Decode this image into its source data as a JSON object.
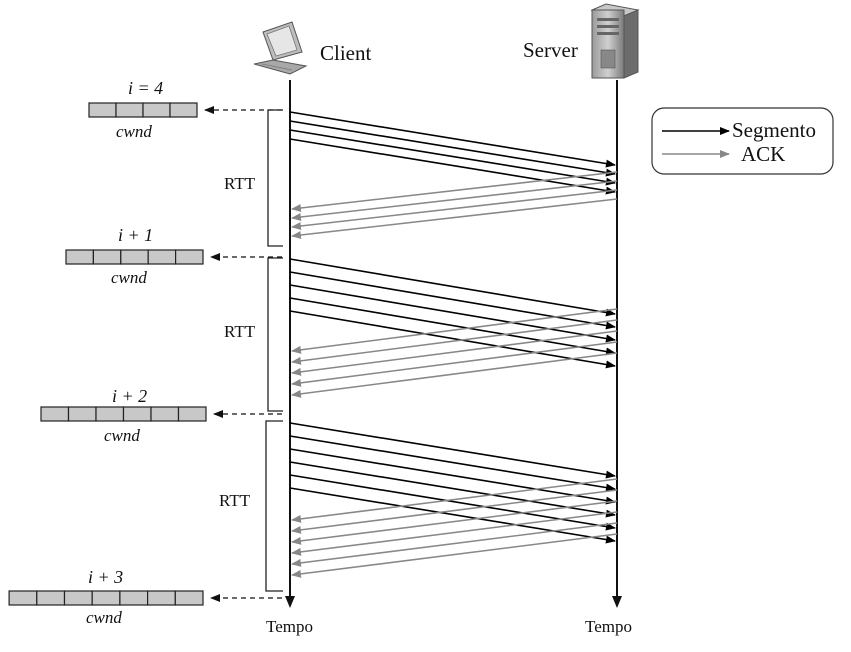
{
  "diagram": {
    "client_label": "Client",
    "server_label": "Server",
    "time_axis_label": "Tempo",
    "rtt_label": "RTT",
    "window_label": "cwnd",
    "legend": {
      "segment_label": "Segmento",
      "ack_label": "ACK"
    },
    "rounds": [
      {
        "label": "i = 4",
        "window_segments": 4
      },
      {
        "label": "i + 1",
        "window_segments": 5
      },
      {
        "label": "i + 2",
        "window_segments": 6
      },
      {
        "label": "i + 3",
        "window_segments": 7
      }
    ],
    "colors": {
      "segment_arrow": "#000000",
      "ack_arrow": "#888888",
      "window_cell": "#c8c8c8",
      "axis": "#111111"
    },
    "icons": {
      "client": "laptop-icon",
      "server": "server-tower-icon"
    }
  }
}
